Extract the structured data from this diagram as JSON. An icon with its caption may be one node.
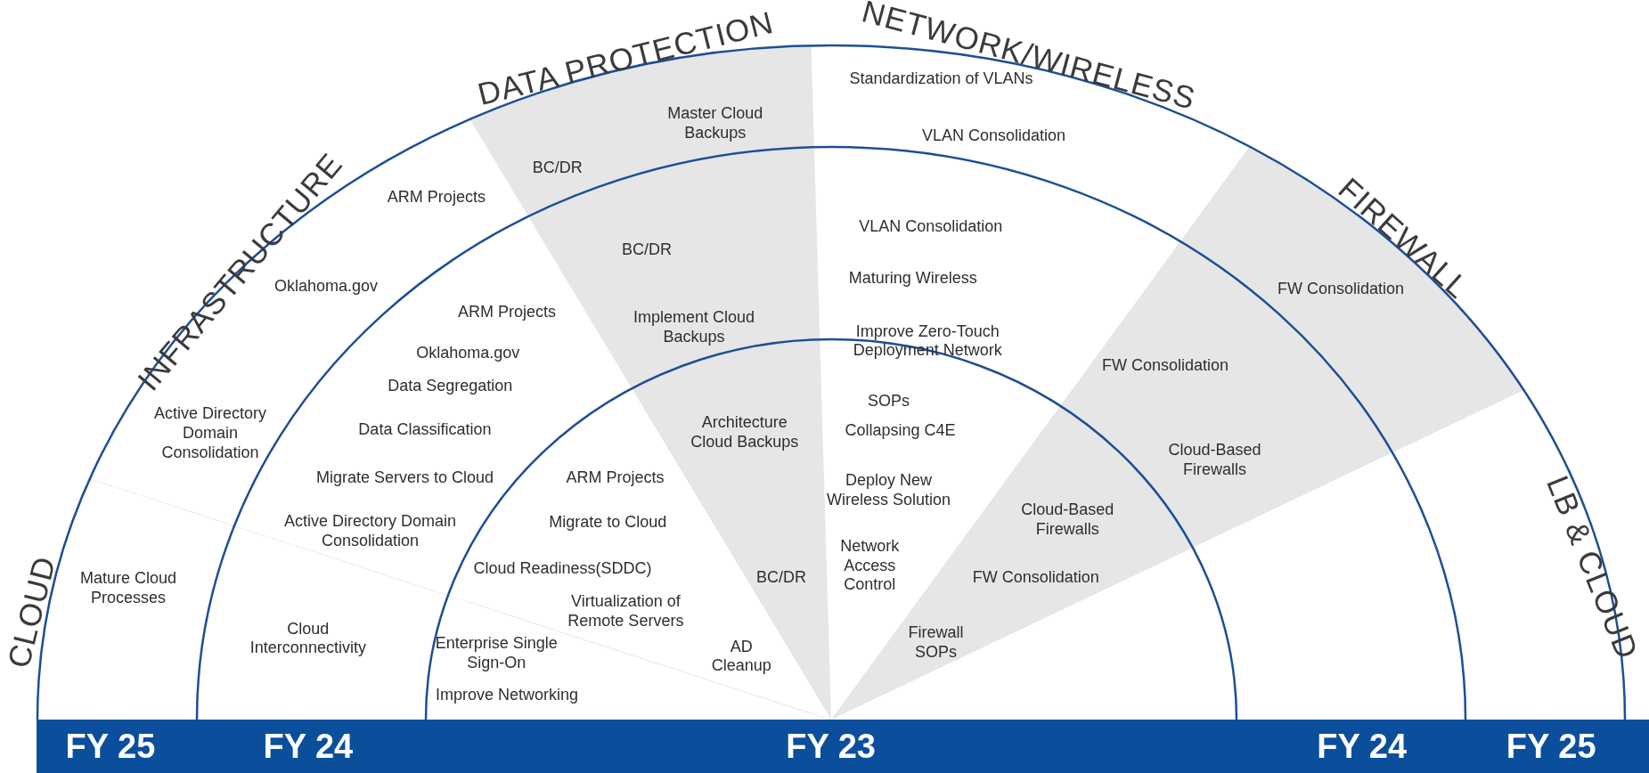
{
  "diagram": {
    "labels": [
      "CLOUD",
      "INFRASTRUCTURE",
      "DATA PROTECTION",
      "NETWORK/WIRELESS",
      "FIREWALL",
      "LB & CLOUD",
      "Master Cloud Backups",
      "Standardization of VLANs",
      "BC/DR",
      "VLAN Consolidation",
      "ARM Projects",
      "VLAN Consolidation",
      "BC/DR",
      "Maturing Wireless",
      "Oklahoma.gov",
      "FW Consolidation",
      "ARM Projects",
      "Implement Cloud Backups",
      "Improve Zero-Touch Deployment Network",
      "Oklahoma.gov",
      "FW Consolidation",
      "Data Segregation",
      "SOPs",
      "Architecture Cloud Backups",
      "Active Directory Domain Consolidation",
      "Data Classification",
      "Collapsing C4E",
      "Cloud-Based Firewalls",
      "Migrate Servers to Cloud",
      "ARM Projects",
      "Deploy New Wireless Solution",
      "Cloud-Based Firewalls",
      "Migrate to Cloud",
      "Active Directory Domain Consolidation",
      "Network Access Control",
      "Cloud Readiness(SDDC)",
      "BC/DR",
      "FW Consolidation",
      "Mature Cloud Processes",
      "Virtualization of Remote Servers",
      "Cloud Interconnectivity",
      "Enterprise Single Sign-On",
      "AD Cleanup",
      "Firewall SOPs",
      "Improve Networking",
      "FY 25",
      "FY 24",
      "FY 23",
      "FY 24",
      "FY 25"
    ]
  }
}
